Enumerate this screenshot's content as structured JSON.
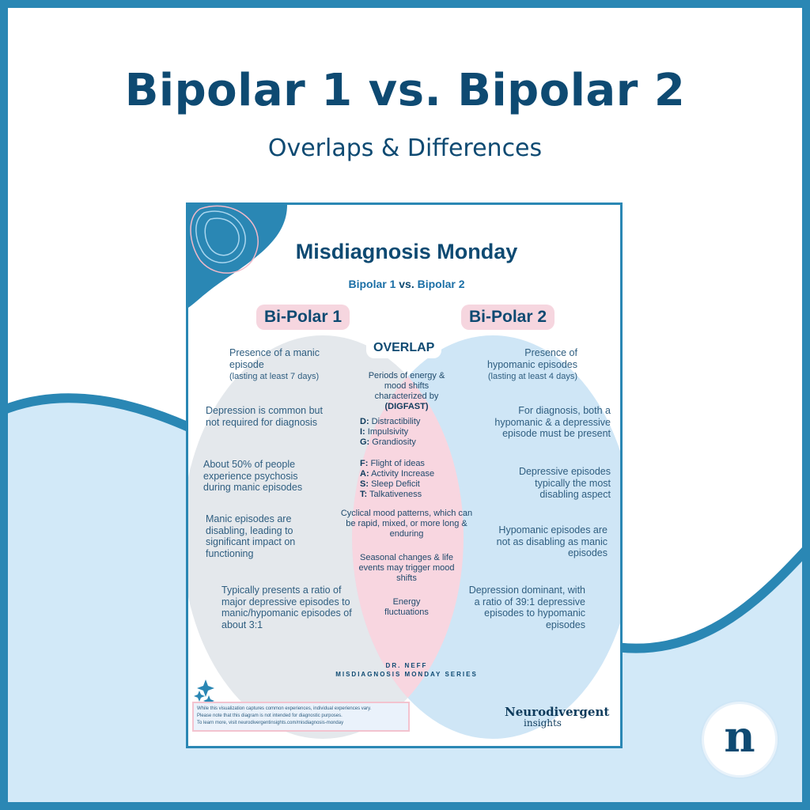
{
  "header": {
    "title": "Bipolar 1 vs. Bipolar 2",
    "subtitle": "Overlaps & Differences"
  },
  "card": {
    "title": "Misdiagnosis Monday",
    "sub_part1": "Bipolar 1",
    "sub_vs": "vs.",
    "sub_part2": "Bipolar 2",
    "left_label": "Bi-Polar 1",
    "right_label": "Bi-Polar 2",
    "overlap_label": "OVERLAP",
    "left_items": [
      {
        "main": "Presence of a manic episode",
        "note": "(lasting at least 7 days)"
      },
      {
        "main": "Depression is common but not required for diagnosis"
      },
      {
        "main": "About 50% of people experience psychosis during manic episodes"
      },
      {
        "main": "Manic episodes are disabling, leading to significant impact on functioning"
      },
      {
        "main": "Typically presents a ratio of major depressive episodes to manic/hypomanic episodes of about 3:1"
      }
    ],
    "right_items": [
      {
        "main": "Presence of hypomanic episodes",
        "note": "(lasting at least 4 days)"
      },
      {
        "main": "For diagnosis, both a hypomanic & a depressive episode must be present"
      },
      {
        "main": "Depressive episodes typically the most disabling aspect"
      },
      {
        "main": "Hypomanic episodes are not as disabling as manic episodes"
      },
      {
        "main": "Depression dominant, with a ratio of 39:1 depressive episodes to hypomanic episodes"
      }
    ],
    "overlap": {
      "intro": "Periods of energy & mood shifts characterized by",
      "intro_bold": "(DIGFAST)",
      "digfast": [
        {
          "letter": "D:",
          "text": "Distractibility"
        },
        {
          "letter": "I:",
          "text": "Impulsivity"
        },
        {
          "letter": "G:",
          "text": "Grandiosity"
        },
        {
          "letter": "F:",
          "text": "Flight of ideas"
        },
        {
          "letter": "A:",
          "text": "Activity Increase"
        },
        {
          "letter": "S:",
          "text": "Sleep Deficit"
        },
        {
          "letter": "T:",
          "text": "Talkativeness"
        }
      ],
      "cyclical": "Cyclical mood patterns, which can be rapid, mixed, or more long & enduring",
      "seasonal": "Seasonal changes & life events may trigger mood shifts",
      "energy": "Energy fluctuations"
    },
    "author_line1": "DR. NEFF",
    "author_line2": "MISDIAGNOSIS MONDAY SERIES",
    "disclaimer": [
      "While this visualization captures common experiences, individual experiences vary.",
      "Please note that this diagram is not intended for diagnostic purposes.",
      "To learn more, visit neurodivergentinsights.com/misdiagnosis-monday"
    ],
    "brand_line1": "Neurodivergent",
    "brand_line2": "insights"
  },
  "logo_letter": "n",
  "colors": {
    "navy": "#0e4a72",
    "accent_blue": "#2a87b4",
    "wave_blue": "#d2e9f8",
    "left_circle": "#e4e8ec",
    "right_circle": "#cfe6f6",
    "overlap_pink": "#f8d6e0"
  },
  "icons": [
    "sparkle-icon",
    "topographic-lines-icon"
  ]
}
